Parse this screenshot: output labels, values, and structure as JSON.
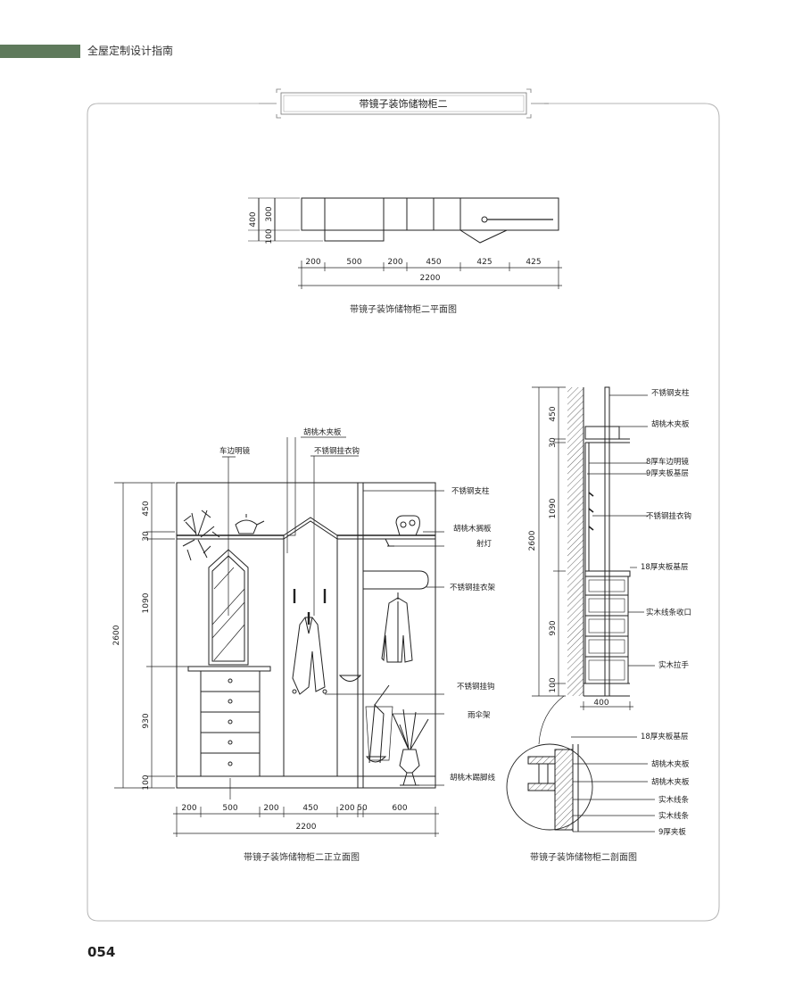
{
  "header": {
    "title": "全屋定制设计指南"
  },
  "panel": {
    "title": "带镜子装饰储物柜二"
  },
  "plan": {
    "caption": "带镜子装饰储物柜二平面图",
    "left_dims": [
      "400",
      "300",
      "100"
    ],
    "bottom_dims": [
      "200",
      "500",
      "200",
      "450",
      "425",
      "425"
    ],
    "total": "2200"
  },
  "front": {
    "caption": "带镜子装饰储物柜二正立面图",
    "left_dims": [
      "2600",
      "450",
      "30",
      "1090",
      "930",
      "100"
    ],
    "bottom_dims": [
      "200",
      "500",
      "200",
      "450",
      "200",
      "50",
      "600"
    ],
    "total": "2200",
    "labels": {
      "mirror": "车边明镜",
      "walnut_panel": "胡桃木夹板",
      "hook": "不锈钢挂衣钩",
      "post": "不锈钢支柱",
      "shelf": "胡桃木搁板",
      "spotlight": "射灯",
      "rack": "不锈钢挂衣架",
      "steel_hook": "不锈钢挂钩",
      "umbrella": "雨伞架",
      "skirting": "胡桃木踢脚线"
    }
  },
  "section": {
    "caption": "带镜子装饰储物柜二剖面图",
    "left_dims": [
      "2600",
      "450",
      "30",
      "1090",
      "930",
      "100"
    ],
    "bottom_dim": "400",
    "labels": [
      "不锈钢支柱",
      "胡桃木夹板",
      "8厚车边明镜",
      "9厚夹板基层",
      "不锈钢挂衣钩",
      "18厚夹板基层",
      "实木线条收口",
      "实木拉手"
    ],
    "detail_labels": [
      "18厚夹板基层",
      "胡桃木夹板",
      "胡桃木夹板",
      "实木线条",
      "实木线条",
      "9厚夹板"
    ]
  },
  "page": {
    "number": "054"
  }
}
